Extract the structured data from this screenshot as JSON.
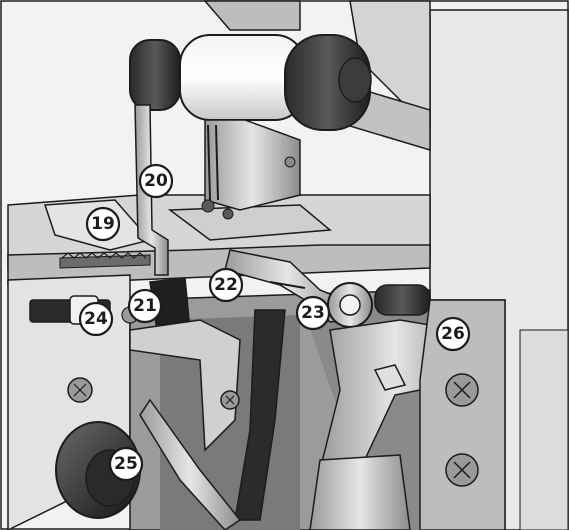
{
  "callouts": [
    {
      "id": "19",
      "label": "19"
    },
    {
      "id": "20",
      "label": "20"
    },
    {
      "id": "21",
      "label": "21"
    },
    {
      "id": "22",
      "label": "22"
    },
    {
      "id": "23",
      "label": "23"
    },
    {
      "id": "24",
      "label": "24"
    },
    {
      "id": "25",
      "label": "25"
    },
    {
      "id": "26",
      "label": "26"
    }
  ],
  "colors": {
    "metal_light": "#d9d9d9",
    "metal_mid": "#a6a6a6",
    "metal_dark": "#5a5a5a",
    "black_part": "#1f1f1f",
    "panel": "#ebebeb",
    "outline": "#1c1c1c"
  }
}
